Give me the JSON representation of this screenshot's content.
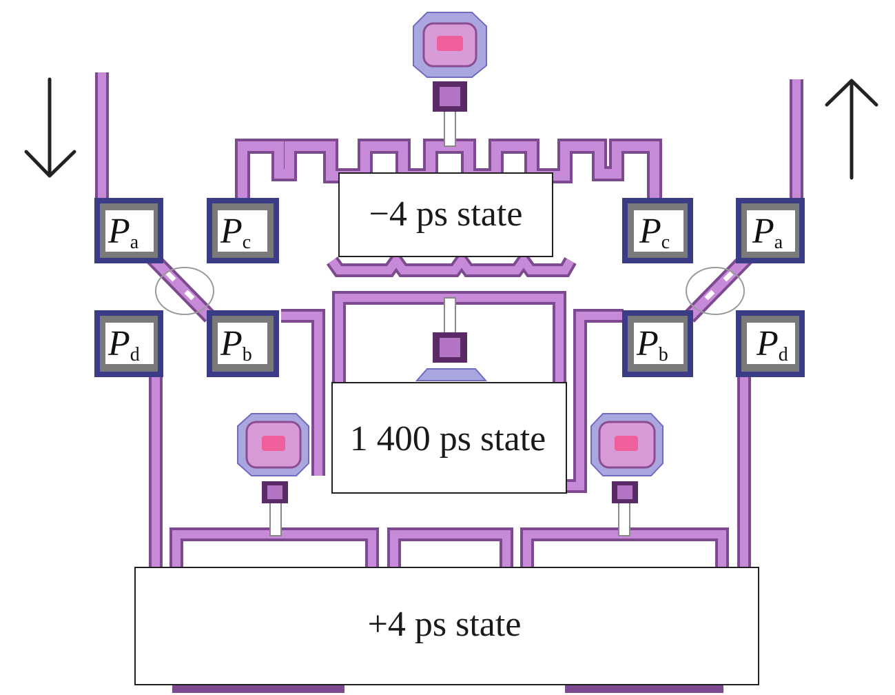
{
  "labels": {
    "minus_state": "−4 ps state",
    "mid_state": "1 400 ps state",
    "plus_state": "+4 ps state"
  },
  "ports": {
    "a": {
      "main": "P",
      "sub": "a"
    },
    "b": {
      "main": "P",
      "sub": "b"
    },
    "c": {
      "main": "P",
      "sub": "c"
    },
    "d": {
      "main": "P",
      "sub": "d"
    }
  },
  "colors": {
    "wire": "#b06cc4",
    "wire_edge": "#7e4a8f",
    "port_border": "#3a3c86",
    "port_fill": "#7a7a7a",
    "pad": "#ee5f9b"
  },
  "icons": {
    "left_arrow": "arrow-down-icon",
    "right_arrow": "arrow-up-icon"
  }
}
